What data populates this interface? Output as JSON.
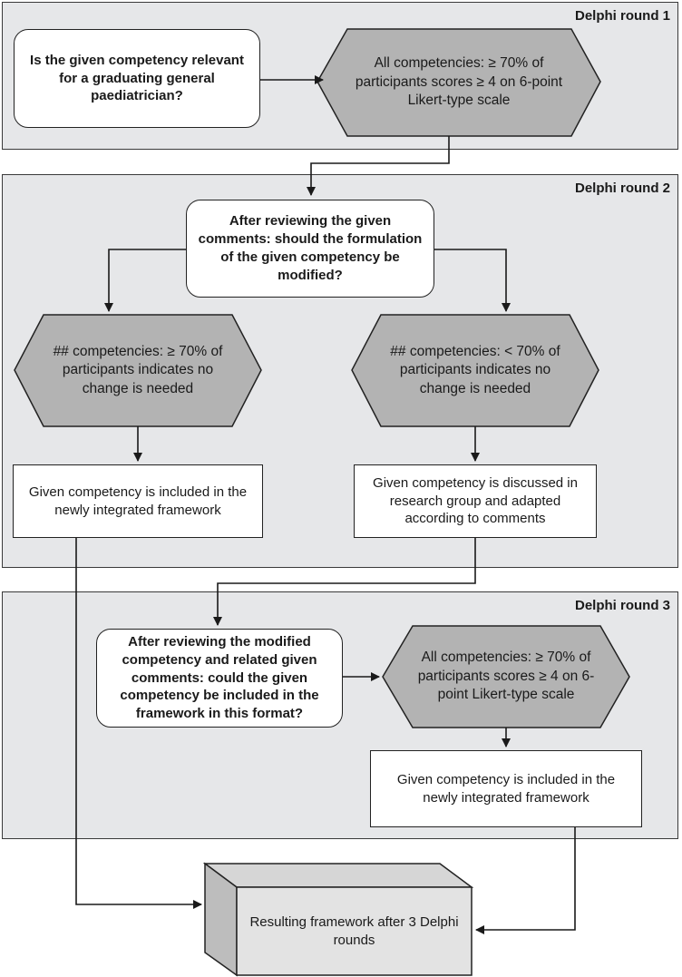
{
  "rounds": [
    {
      "title": "Delphi round 1"
    },
    {
      "title": "Delphi round 2"
    },
    {
      "title": "Delphi round 3"
    }
  ],
  "round1": {
    "question": "Is the given competency relevant for a graduating general paediatrician?",
    "criterion": "All competencies: ≥ 70% of participants scores ≥ 4 on 6-point Likert-type scale"
  },
  "round2": {
    "question": "After reviewing the given comments: should the formulation of the given competency be modified?",
    "left_criterion": "## competencies: ≥ 70% of participants indicates no change is needed",
    "right_criterion": "## competencies: < 70% of participants indicates no change is needed",
    "left_outcome": "Given competency is included in the newly integrated framework",
    "right_outcome": "Given competency is discussed in research group and adapted according to comments"
  },
  "round3": {
    "question": "After reviewing the modified competency and related given comments: could the given competency be included in the framework in this format?",
    "criterion": "All competencies: ≥ 70% of participants scores ≥ 4 on 6-point Likert-type scale",
    "outcome": "Given competency is included in the newly integrated framework"
  },
  "final": {
    "label": "Resulting framework after 3 Delphi rounds"
  },
  "colors": {
    "panel_fill": "#e6e7e9",
    "hexagon_fill": "#b3b3b3",
    "box_fill": "#ffffff",
    "line": "#1a1a1a"
  }
}
